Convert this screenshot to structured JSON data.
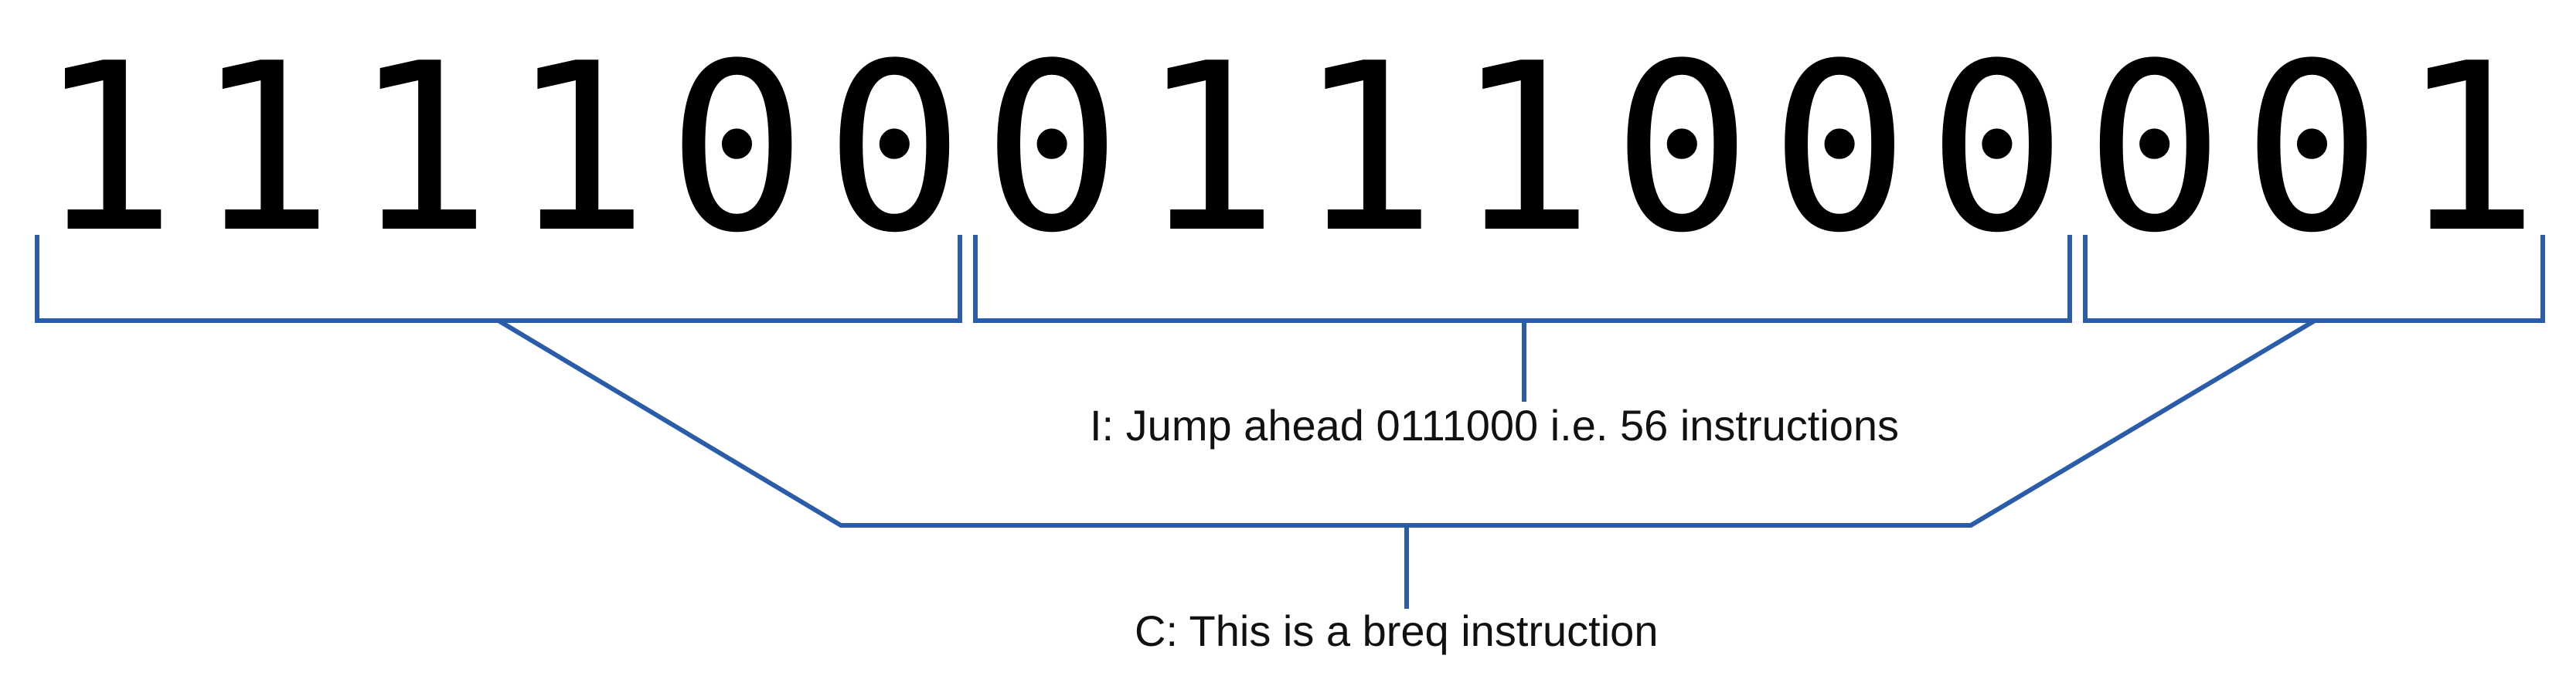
{
  "bits": [
    "1",
    "1",
    "1",
    "1",
    "0",
    "0",
    "0",
    "1",
    "1",
    "1",
    "0",
    "0",
    "0",
    "0",
    "0",
    "1"
  ],
  "labels": {
    "i_label": "I: Jump ahead 0111000 i.e. 56 instructions",
    "c_label": "C: This is a breq instruction"
  },
  "colors": {
    "bracket": "#2a5ca8",
    "digits": "#000000",
    "text": "#111111"
  }
}
